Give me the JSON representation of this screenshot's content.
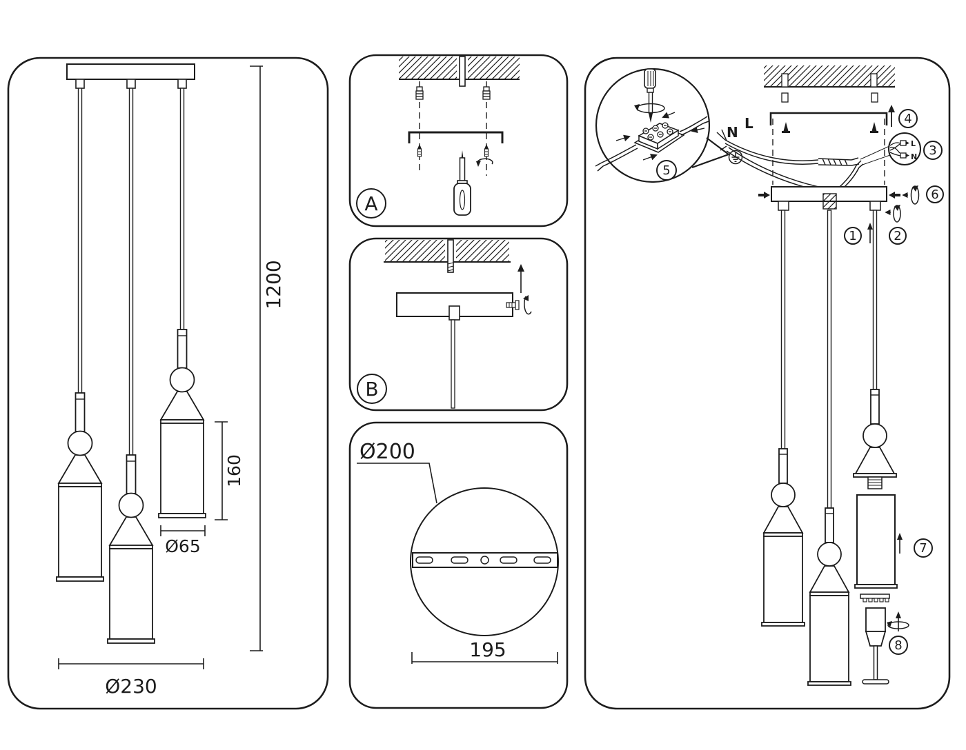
{
  "left_panel": {
    "overall_height": "1200",
    "shade_height": "160",
    "shade_diameter": "Ø65",
    "cluster_diameter": "Ø230"
  },
  "step_panels": {
    "step_a": "A",
    "step_b": "B"
  },
  "plate_panel": {
    "diameter": "Ø200",
    "mount_width": "195"
  },
  "assembly_panel": {
    "wire_live": "L",
    "wire_neutral": "N",
    "connector_live": "L",
    "connector_neutral": "N",
    "steps": [
      "1",
      "2",
      "3",
      "4",
      "5",
      "6",
      "7",
      "8"
    ]
  }
}
